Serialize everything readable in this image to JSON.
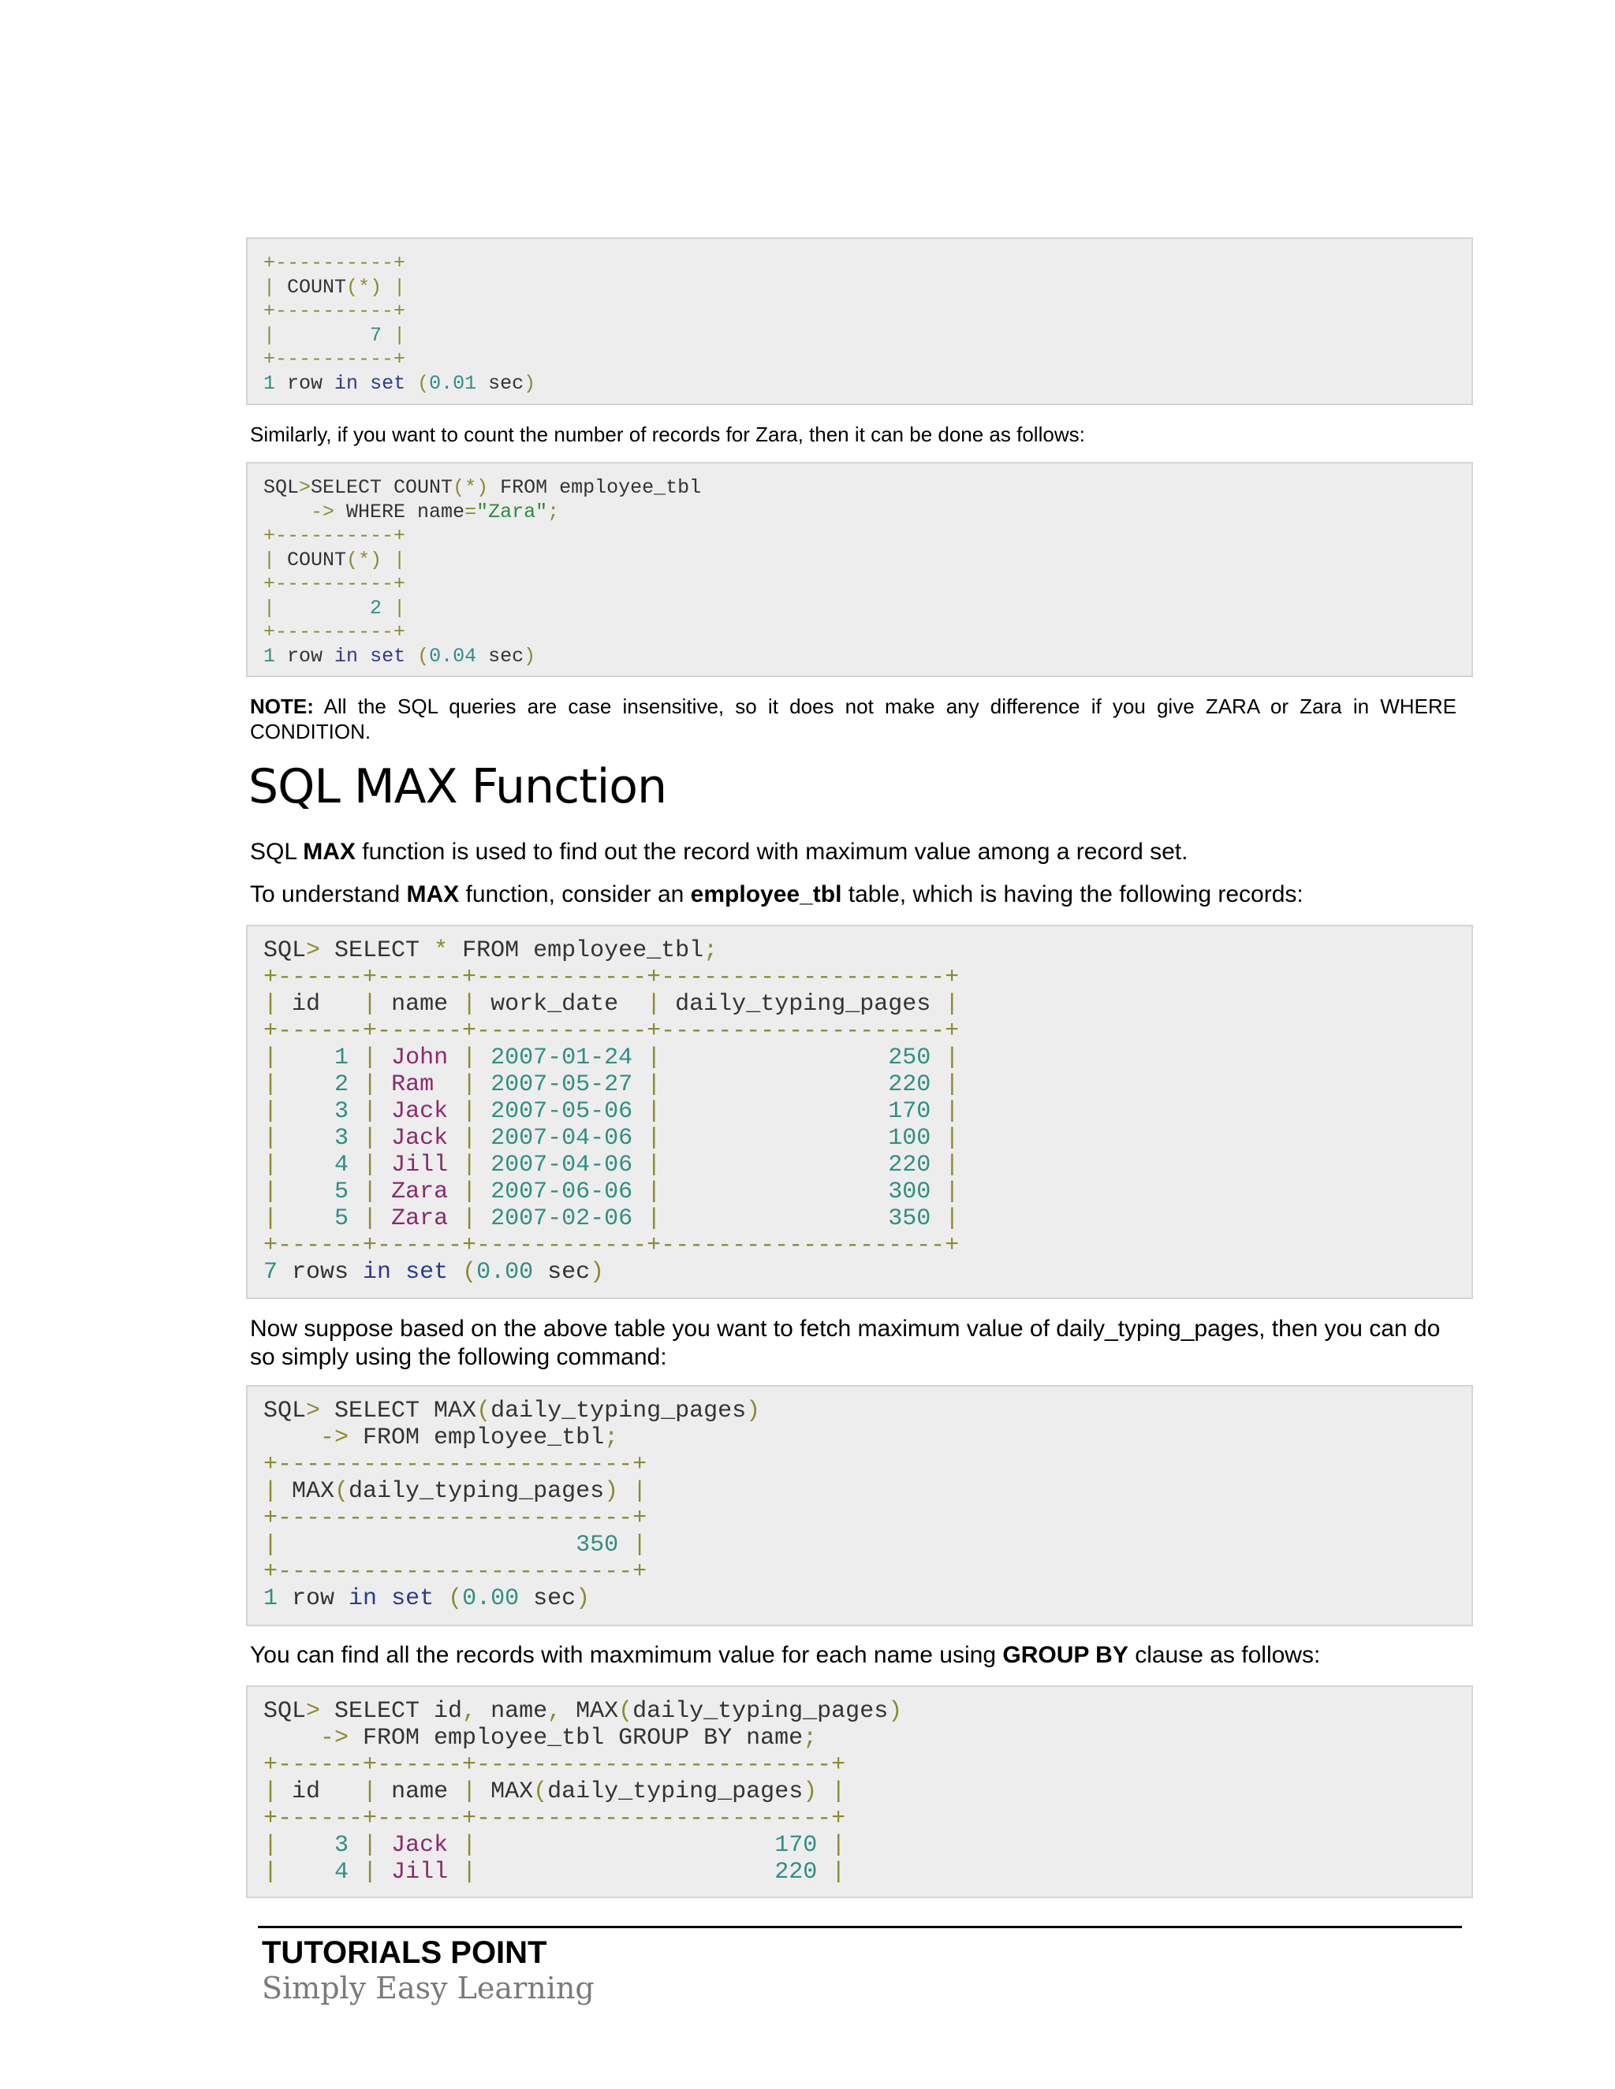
{
  "block1": {
    "border": "+----------+",
    "header": "COUNT(*)",
    "value": "7",
    "result": {
      "count": "1",
      "text1": "row",
      "kw1": "in",
      "kw2": "set",
      "time": "0.01",
      "unit": "sec"
    }
  },
  "para_similarly": "Similarly, if you want to count the number of records for Zara, then it can be done as follows:",
  "block2": {
    "prompt": "SQL",
    "query1": "SELECT COUNT(*) FROM employee_tbl",
    "arrow": "->",
    "query2_prefix": "WHERE name=",
    "query2_string": "\"Zara\"",
    "border": "+----------+",
    "header": "COUNT(*)",
    "value": "2",
    "result": {
      "count": "1",
      "text1": "row",
      "kw1": "in",
      "kw2": "set",
      "time": "0.04",
      "unit": "sec"
    }
  },
  "note": {
    "label": "NOTE:",
    "text": " All the SQL queries are case insensitive, so it does not make any difference if you give ZARA or Zara in WHERE CONDITION."
  },
  "heading": "SQL MAX Function",
  "para_max": {
    "pre": "SQL ",
    "bold": "MAX",
    "post": " function is used to find out the record with maximum value among a record set."
  },
  "para_understand": {
    "pre": "To understand ",
    "bold1": "MAX",
    "mid": " function, consider an ",
    "bold2": "employee_tbl",
    "post": " table, which is having the following records:"
  },
  "block3": {
    "query": "SELECT * FROM employee_tbl;",
    "columns": [
      "id",
      "name",
      "work_date",
      "daily_typing_pages"
    ],
    "rows": [
      {
        "id": "1",
        "name": "John",
        "work_date": "2007-01-24",
        "pages": "250"
      },
      {
        "id": "2",
        "name": "Ram",
        "work_date": "2007-05-27",
        "pages": "220"
      },
      {
        "id": "3",
        "name": "Jack",
        "work_date": "2007-05-06",
        "pages": "170"
      },
      {
        "id": "3",
        "name": "Jack",
        "work_date": "2007-04-06",
        "pages": "100"
      },
      {
        "id": "4",
        "name": "Jill",
        "work_date": "2007-04-06",
        "pages": "220"
      },
      {
        "id": "5",
        "name": "Zara",
        "work_date": "2007-06-06",
        "pages": "300"
      },
      {
        "id": "5",
        "name": "Zara",
        "work_date": "2007-02-06",
        "pages": "350"
      }
    ],
    "result": {
      "count": "7",
      "text1": "rows",
      "kw1": "in",
      "kw2": "set",
      "time": "0.00",
      "unit": "sec"
    }
  },
  "para_suppose": "Now suppose based on the above table you want to fetch maximum value of daily_typing_pages, then you can do so simply using the following command:",
  "block4": {
    "query1": "SELECT MAX(daily_typing_pages)",
    "query2": "FROM employee_tbl;",
    "header": "MAX(daily_typing_pages)",
    "value": "350",
    "result": {
      "count": "1",
      "text1": "row",
      "kw1": "in",
      "kw2": "set",
      "time": "0.00",
      "unit": "sec"
    }
  },
  "para_group": {
    "pre": "You can find all the records with maxmimum value for each name using ",
    "bold": "GROUP BY",
    "post": " clause as follows:"
  },
  "block5": {
    "query1": "SELECT id, name, MAX(daily_typing_pages)",
    "query2": "FROM employee_tbl GROUP BY name;",
    "columns": [
      "id",
      "name",
      "MAX(daily_typing_pages)"
    ],
    "rows": [
      {
        "id": "3",
        "name": "Jack",
        "max": "170"
      },
      {
        "id": "4",
        "name": "Jill",
        "max": "220"
      }
    ]
  },
  "footer": {
    "title": "TUTORIALS POINT",
    "subtitle": "Simply Easy Learning"
  }
}
